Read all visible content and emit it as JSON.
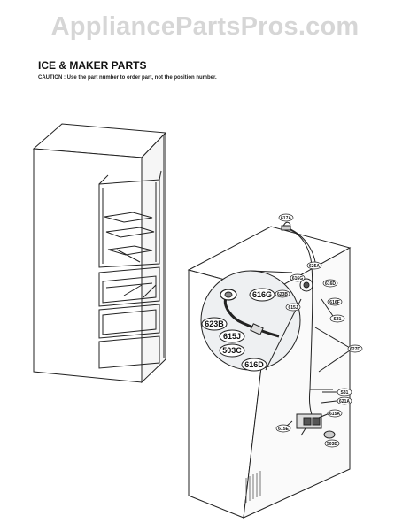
{
  "watermark": "AppliancePartsPros.com",
  "header": {
    "title": "ICE & MAKER PARTS",
    "caution": "CAUTION : Use the part number to order part, not the position number."
  },
  "callouts": {
    "c617A": "617A",
    "c616G_small": "616G",
    "c625A": "625A",
    "c616D_small": "616D",
    "c623B_small": "623B",
    "c615J_small": "615J",
    "c616F": "616F",
    "c531_upper": "S31",
    "c627D": "627D",
    "c531_lower": "S31",
    "c621A": "621A",
    "c615A": "615A",
    "c615E": "615E",
    "c503B": "503B",
    "big616G": "616G",
    "big623B": "623B",
    "big615J": "615J",
    "big503C": "503C",
    "big616D": "616D"
  }
}
